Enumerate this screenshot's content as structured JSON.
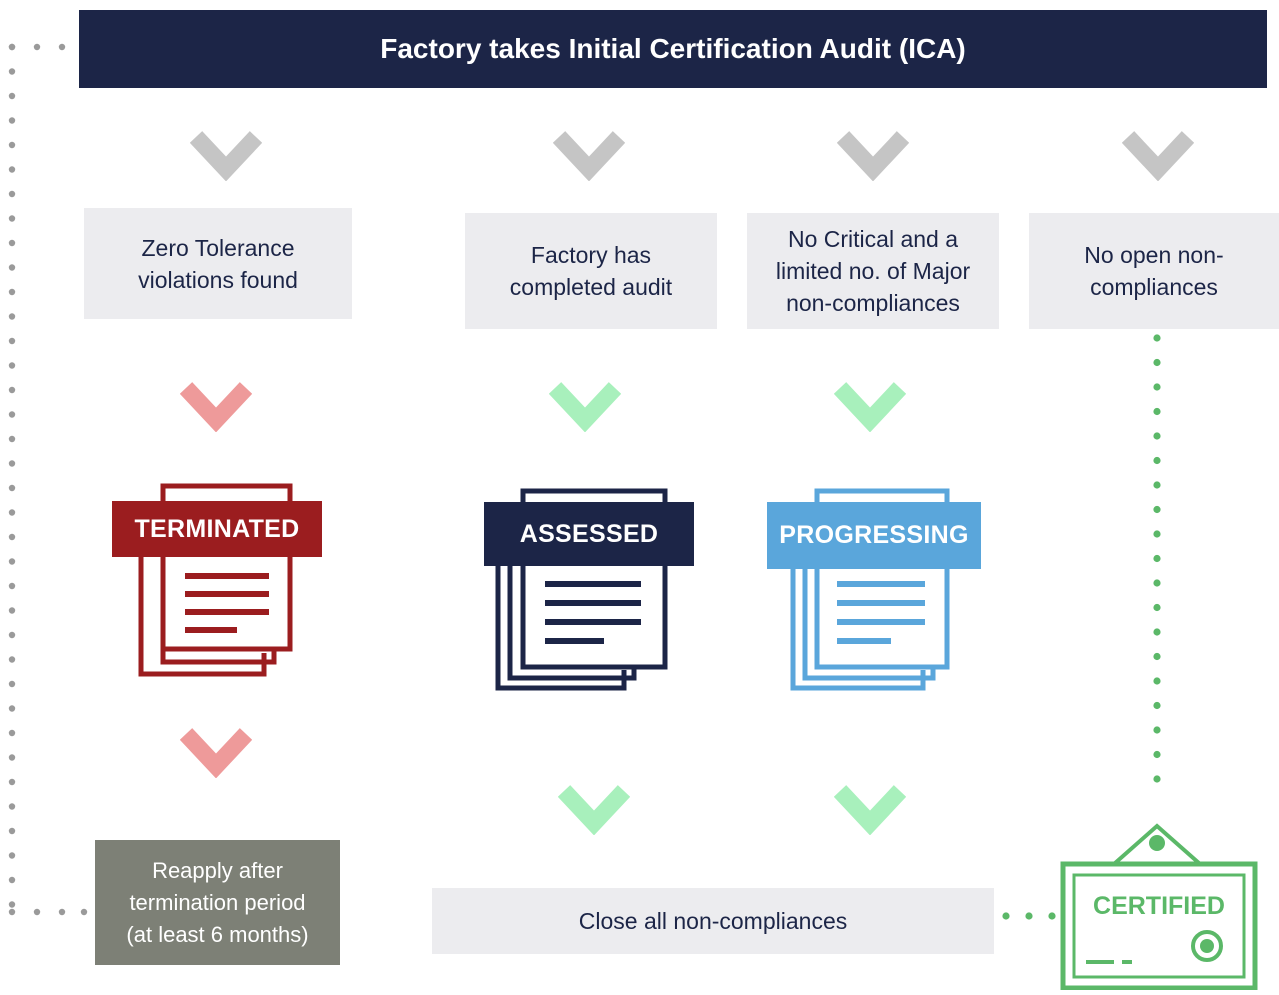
{
  "header": {
    "title": "Factory takes Initial Certification Audit (ICA)"
  },
  "conditions": [
    {
      "text": "Zero Tolerance\nviolations found"
    },
    {
      "text": "Factory has\ncompleted audit"
    },
    {
      "text": "No Critical and a\nlimited no. of Major\nnon-compliances"
    },
    {
      "text": "No open non-\ncompliances"
    }
  ],
  "statuses": {
    "terminated": "TERMINATED",
    "assessed": "ASSESSED",
    "progressing": "PROGRESSING",
    "certified": "CERTIFIED"
  },
  "outcomes": {
    "reapply": "Reapply after\ntermination period\n(at least 6 months)",
    "close": "Close all non-compliances"
  },
  "colors": {
    "navy": "#1c2547",
    "red": "#9b1d1f",
    "light_blue": "#5aa6db",
    "green": "#5bb868",
    "grey_chevron": "#c5c5c5",
    "red_chevron": "#ee9a9a",
    "green_chevron": "#a8f0bc"
  }
}
